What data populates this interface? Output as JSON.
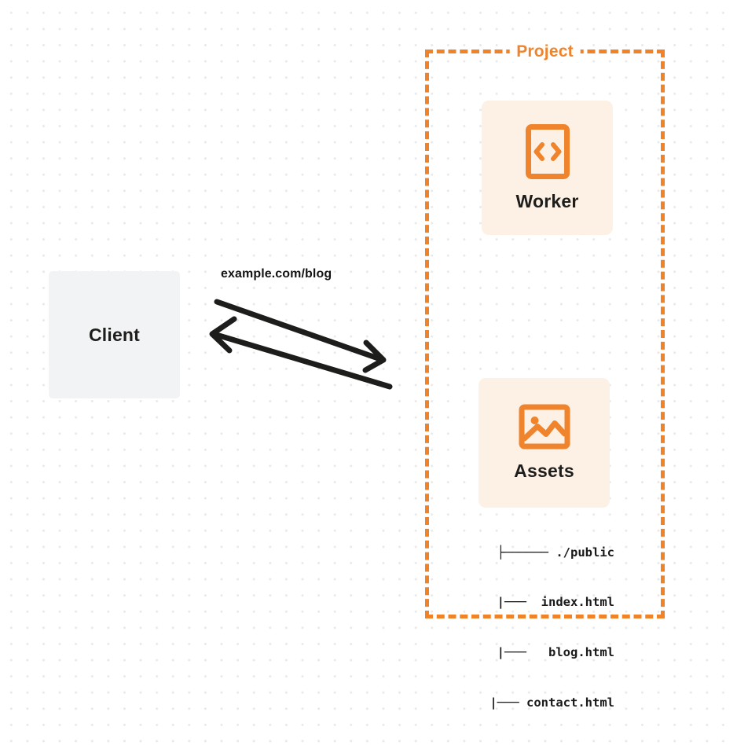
{
  "diagram": {
    "type": "architecture-flow",
    "background": "dot-grid",
    "colors": {
      "accent_orange": "#f0842c",
      "card_background": "#fdf1e6",
      "client_background": "#f2f3f4",
      "text_dark": "#1d1d1b",
      "dot_grid": "#e9e9e9"
    }
  },
  "client": {
    "label": "Client",
    "icon": "client-box-icon"
  },
  "connection": {
    "label": "example.com/blog",
    "request_arrow": "arrow-right-icon",
    "response_arrow": "arrow-left-icon"
  },
  "project": {
    "title": "Project",
    "services": [
      {
        "label": "Worker",
        "icon": "code-brackets-icon"
      },
      {
        "label": "Assets",
        "icon": "image-icon"
      }
    ],
    "file_tree": [
      "├────── ./public",
      "   |───  index.html",
      "   |───   blog.html",
      "   |─── contact.html"
    ],
    "file_tree_root": "./public",
    "file_tree_files": [
      "index.html",
      "blog.html",
      "contact.html"
    ]
  }
}
